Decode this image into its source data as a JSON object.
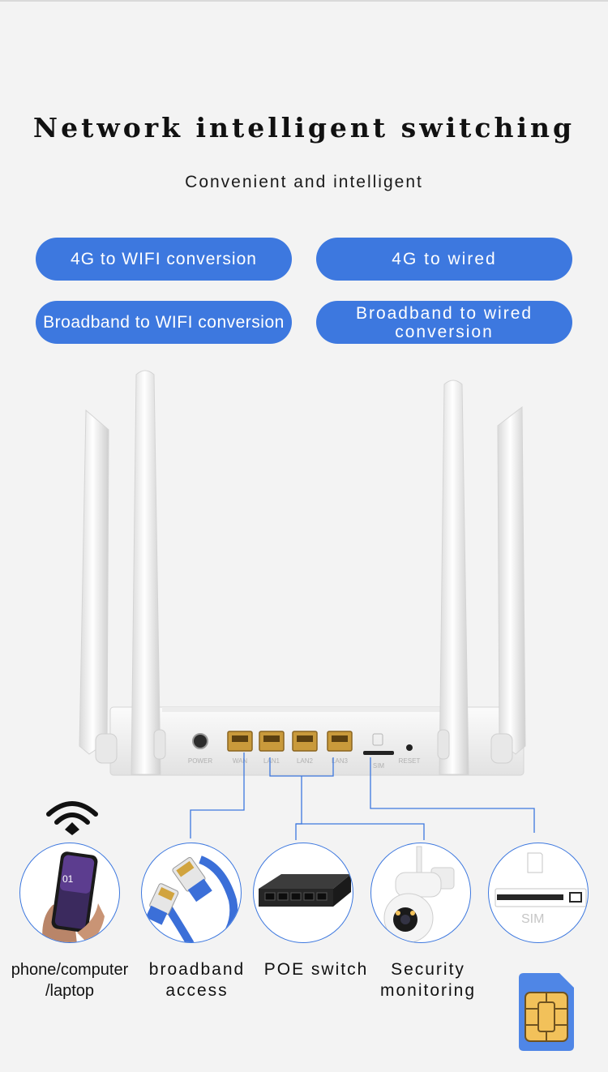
{
  "title": "Network intelligent switching",
  "subtitle": "Convenient and intelligent",
  "features": [
    {
      "label": "4G to WIFI conversion"
    },
    {
      "label": "4G to wired"
    },
    {
      "label": "Broadband to WIFI conversion"
    },
    {
      "label": "Broadband to wired conversion"
    }
  ],
  "router": {
    "ports": [
      "POWER",
      "WAN",
      "LAN1",
      "LAN2",
      "LAN3",
      "SIM",
      "RESET"
    ]
  },
  "devices": [
    {
      "line1": "phone/computer",
      "line2": "/laptop",
      "icon": "phone-icon"
    },
    {
      "line1": "broadband",
      "line2": "access",
      "icon": "ethernet-cable-icon"
    },
    {
      "line1": "POE switch",
      "line2": "",
      "icon": "switch-icon"
    },
    {
      "line1": "Security",
      "line2": "monitoring",
      "icon": "camera-icon"
    },
    {
      "line1": "",
      "line2": "",
      "icon": "sim-slot-icon"
    }
  ],
  "sim_slot_label": "SIM",
  "phone_screen_text": "01",
  "colors": {
    "accent": "#3d78df",
    "background": "#f3f3f3",
    "sim_gold": "#f2c15a"
  }
}
